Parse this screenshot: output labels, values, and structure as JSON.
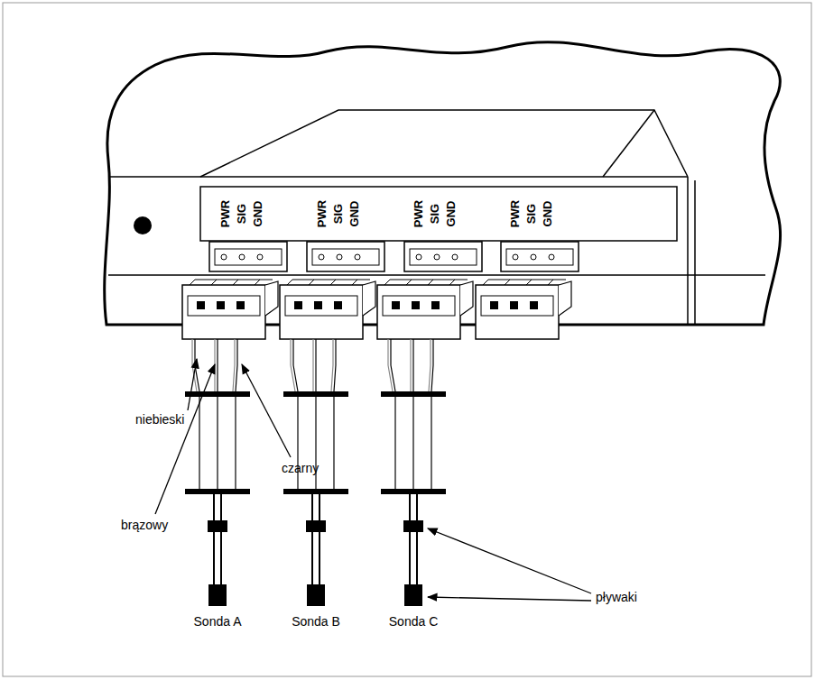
{
  "diagram": {
    "labels": [
      "PWR",
      "SIG",
      "GND",
      "PWR",
      "SIG",
      "GND",
      "PWR",
      "SIG",
      "GND",
      "PWR",
      "SIG",
      "GND",
      "niebieski",
      "czarny",
      "brązowy",
      "pływaki",
      "Sonda A",
      "Sonda B",
      "Sonda C"
    ]
  }
}
